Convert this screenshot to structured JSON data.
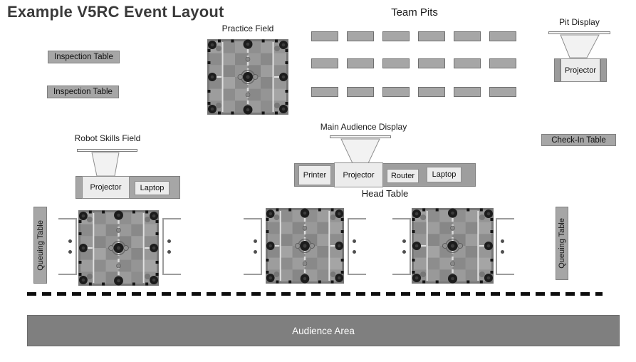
{
  "title": "Example V5RC Event Layout",
  "labels": {
    "practice_field": "Practice Field",
    "team_pits": "Team Pits",
    "pit_display": "Pit Display",
    "robot_skills_field": "Robot Skills Field",
    "main_audience_display": "Main Audience Display",
    "head_table": "Head Table",
    "check_in_table": "Check-In Table",
    "inspection_table_1": "Inspection Table",
    "inspection_table_2": "Inspection Table",
    "queuing_table_left": "Queuing Table",
    "queuing_table_right": "Queuing Table",
    "audience_area": "Audience Area"
  },
  "equipment": {
    "pit_projector": "Projector",
    "skills_projector": "Projector",
    "skills_laptop": "Laptop",
    "head_printer": "Printer",
    "head_projector": "Projector",
    "head_router": "Router",
    "head_laptop": "Laptop"
  },
  "team_pits": {
    "rows": 3,
    "cols": 6
  },
  "competition_fields": {
    "count": 3
  },
  "colors": {
    "title_color": "#3a3a3a",
    "table_fill": "#a6a6a6",
    "table_border": "#7f7f7f",
    "equipment_fill": "#ececec",
    "audience_fill": "#7f7f7f"
  }
}
